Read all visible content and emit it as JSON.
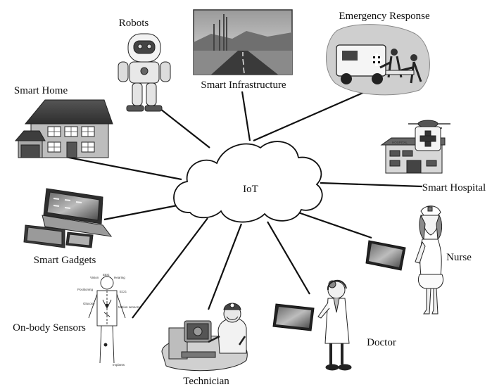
{
  "center": {
    "label": "IoT"
  },
  "nodes": {
    "robots": "Robots",
    "smart_infrastructure": "Smart Infrastructure",
    "emergency_response": "Emergency Response",
    "smart_home": "Smart Home",
    "smart_hospital": "Smart Hospital",
    "smart_gadgets": "Smart Gadgets",
    "nurse": "Nurse",
    "on_body_sensors": "On-body Sensors",
    "technician": "Technician",
    "doctor": "Doctor"
  },
  "hospital_sign": "HOSPITAL",
  "sensor_annotations": [
    "Vision",
    "EEG",
    "Hearing",
    "Positioning",
    "ECG",
    "Glucose",
    "Motion sensors",
    "Implants"
  ]
}
